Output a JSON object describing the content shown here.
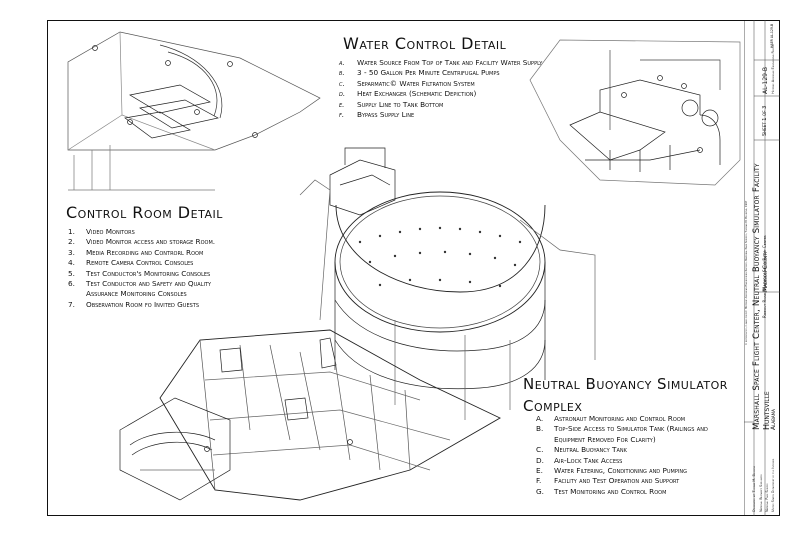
{
  "water_control": {
    "title": "Water Control Detail",
    "items": [
      {
        "key": "a.",
        "text": "Water Source From Top of Tank and Facility Water Supply"
      },
      {
        "key": "b.",
        "text": "3 - 50 Gallon Per Minute Centrifugal Pumps"
      },
      {
        "key": "c.",
        "text": "Separmatic© Water Filtration System"
      },
      {
        "key": "d.",
        "text": "Heat Exchanger (Schematic Depiction)"
      },
      {
        "key": "e.",
        "text": "Supply Line to Tank Bottom"
      },
      {
        "key": "f.",
        "text": "Bypass Supply Line"
      }
    ]
  },
  "control_room": {
    "title": "Control Room Detail",
    "items": [
      {
        "key": "1.",
        "text": "Video Monitors"
      },
      {
        "key": "2.",
        "text": "Video Monitor access and storage Room."
      },
      {
        "key": "3.",
        "text": "Media Recording and Controrl Room"
      },
      {
        "key": "4.",
        "text": "Remote Camera Control Consoles"
      },
      {
        "key": "5.",
        "text": "Test Conductor's Monitoring Consoles"
      },
      {
        "key": "6.",
        "text": "Test Conductor and Safety and Quality Assurance Monitoring Consoles"
      },
      {
        "key": "7.",
        "text": "Observation Room fo Invited Guests"
      }
    ]
  },
  "nbs": {
    "title": "Neutral Buoyancy Simulator Complex",
    "items": [
      {
        "key": "A.",
        "text": "Astronaut Monitoring and Control Room"
      },
      {
        "key": "B.",
        "text": "Top-Side Access to Simulator Tank (Railings and Equipment Removed For Clarity)"
      },
      {
        "key": "C.",
        "text": "Neutral Buoyancy Tank"
      },
      {
        "key": "D.",
        "text": "Air-Lock Tank Access"
      },
      {
        "key": "E.",
        "text": "Water Filtering, Conditioning and Pumping"
      },
      {
        "key": "F.",
        "text": "Facility and Test Operation and Support"
      },
      {
        "key": "G.",
        "text": "Test Monitoring and Control Room"
      }
    ]
  },
  "title_block": {
    "main": "Marshall Space Flight Center, Neutral Buoyancy Simulator Facility",
    "sub": "Rideout Road, Marshall Space Flight Center",
    "city": "Huntsville",
    "county": "Madison County",
    "state": "Alabama",
    "sheet": "Sheet 1 of 3",
    "number": "AL-129-B",
    "haer": "Historic American Engineering Record",
    "delineator": "Delineated by: Thomas M. Behrens",
    "agency1": "National Buoyancy Simulator",
    "agency2": "National Park Service",
    "agency3": "United States Department of the Interior",
    "corner": "HAER AL-129-B",
    "note": "If reproduced, please credit: Historic American Engineering Record, National Park Service, Thomas M. Behrens, 1997"
  }
}
